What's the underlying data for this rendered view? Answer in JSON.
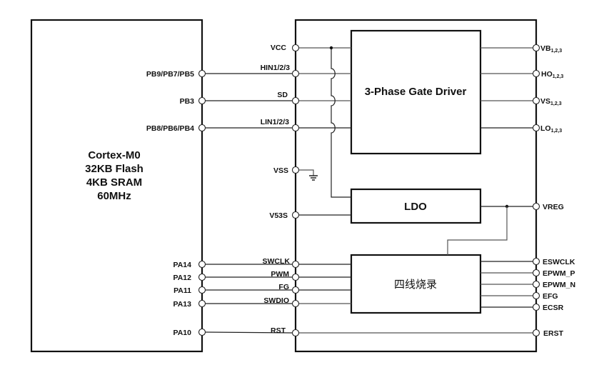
{
  "mcu": {
    "title_lines": [
      "Cortex-M0",
      "32KB Flash",
      "4KB SRAM",
      "60MHz"
    ],
    "pins": [
      "PB9/PB7/PB5",
      "PB3",
      "PB8/PB6/PB4",
      "PA14",
      "PA12",
      "PA11",
      "PA13",
      "PA10"
    ]
  },
  "driver_ic": {
    "left_pins": [
      "VCC",
      "HIN1/2/3",
      "SD",
      "LIN1/2/3",
      "VSS",
      "V53S",
      "SWCLK",
      "PWM",
      "FG",
      "SWDIO",
      "RST"
    ],
    "right_pins": [
      {
        "base": "VB",
        "sub": "1,2,3"
      },
      {
        "base": "HO",
        "sub": "1,2,3"
      },
      {
        "base": "VS",
        "sub": "1,2,3"
      },
      {
        "base": "LO",
        "sub": "1,2,3"
      },
      {
        "base": "VREG",
        "sub": ""
      },
      {
        "base": "ESWCLK",
        "sub": ""
      },
      {
        "base": "EPWM_P",
        "sub": ""
      },
      {
        "base": "EPWM_N",
        "sub": ""
      },
      {
        "base": "EFG",
        "sub": ""
      },
      {
        "base": "ECSR",
        "sub": ""
      },
      {
        "base": "ERST",
        "sub": ""
      }
    ],
    "blocks": {
      "gate_driver": "3-Phase Gate Driver",
      "ldo": "LDO",
      "programmer": "四线烧录"
    }
  }
}
